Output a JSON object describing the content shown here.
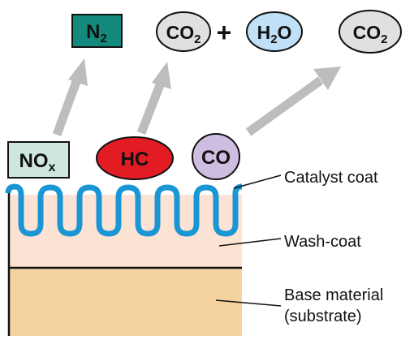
{
  "products": {
    "n2": {
      "main": "N",
      "sub": "2"
    },
    "co2_a": {
      "main": "CO",
      "sub": "2"
    },
    "plus": "+",
    "h2o": {
      "a": "H",
      "sub": "2",
      "b": "O"
    },
    "co2_b": {
      "main": "CO",
      "sub": "2"
    }
  },
  "reactants": {
    "nox": {
      "main": "NO",
      "sub": "x"
    },
    "hc": "HC",
    "co": "CO"
  },
  "labels": {
    "catalyst_coat": "Catalyst coat",
    "wash_coat": "Wash-coat",
    "base_line1": "Base material",
    "base_line2": "(substrate)"
  },
  "colors": {
    "n2_fill": "#138a7b",
    "nox_fill": "#cde6df",
    "hc_fill": "#e31b23",
    "co_fill": "#cdbde0",
    "co2_fill": "#e0e0e0",
    "h2o_fill": "#bfe0f6",
    "catalyst_blue": "#1a96d4",
    "washcoat": "#fde3d3",
    "base": "#f5d3a0",
    "arrow": "#bdbdbd"
  }
}
